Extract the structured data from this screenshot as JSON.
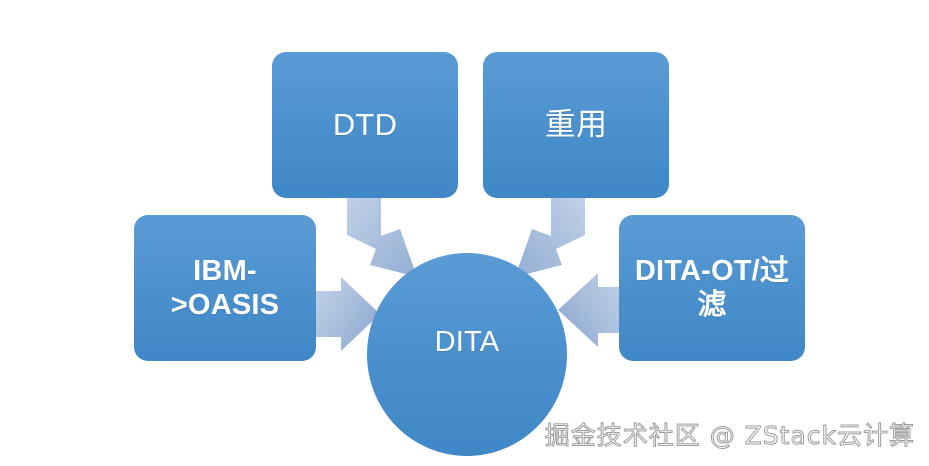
{
  "diagram": {
    "title": "DITA converging radial diagram",
    "background_color": "#ffffff",
    "node_fill_top": "#5b9bd5",
    "node_fill_bottom": "#3f87c6",
    "node_text_color": "#ffffff",
    "arrow_color": "#a9bfdd",
    "center": {
      "id": "dita",
      "label": "DITA",
      "shape": "ellipse"
    },
    "nodes": [
      {
        "id": "dtd",
        "label": "DTD",
        "shape": "rounded-rect",
        "position": "top-left"
      },
      {
        "id": "reuse",
        "label": "重用",
        "shape": "rounded-rect",
        "position": "top-right"
      },
      {
        "id": "ibm",
        "label": "IBM-\n>OASIS",
        "shape": "rounded-rect",
        "position": "left"
      },
      {
        "id": "ditaot",
        "label": "DITA-OT/过\n滤",
        "shape": "rounded-rect",
        "position": "right"
      }
    ],
    "arrows": [
      {
        "id": "dtd-to-dita",
        "from": "dtd",
        "to": "dita",
        "direction": "down-right"
      },
      {
        "id": "reuse-to-dita",
        "from": "reuse",
        "to": "dita",
        "direction": "down-left"
      },
      {
        "id": "ibm-to-dita",
        "from": "ibm",
        "to": "dita",
        "direction": "right"
      },
      {
        "id": "ditaot-to-dita",
        "from": "ditaot",
        "to": "dita",
        "direction": "left"
      }
    ]
  },
  "watermark": {
    "text": "掘金技术社区 @ ZStack云计算",
    "color": "#9d9d9d"
  }
}
